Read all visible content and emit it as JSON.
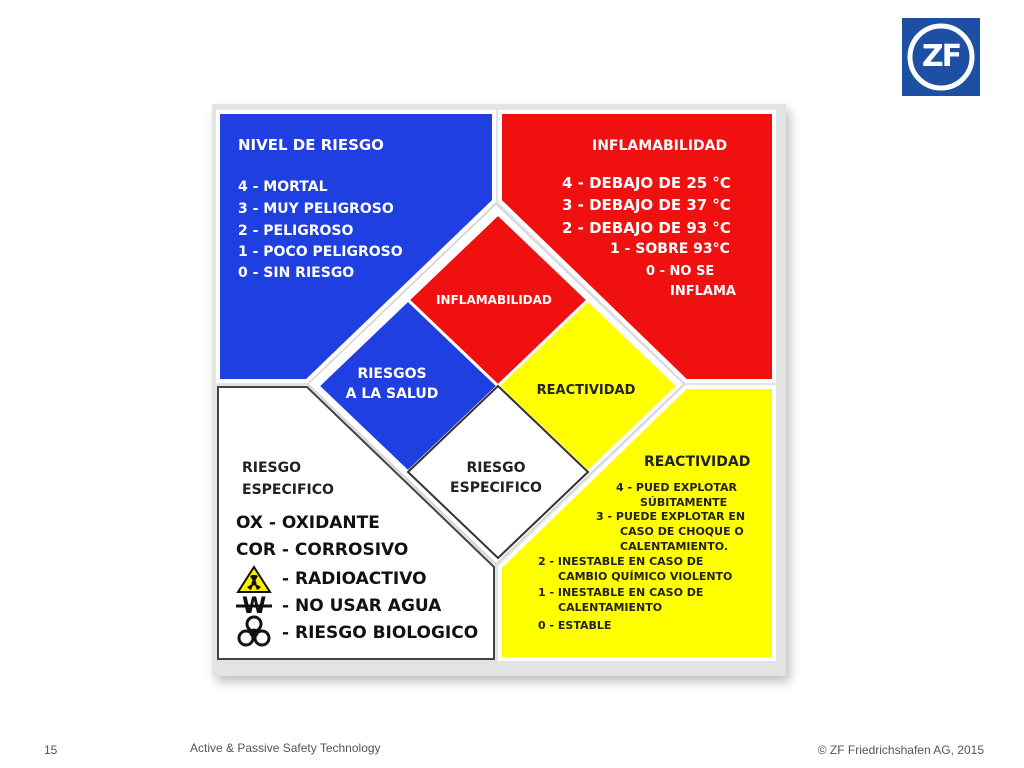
{
  "colors": {
    "blue": "#1f3fe0",
    "red": "#f01010",
    "yellow": "#ffff00",
    "white": "#ffffff",
    "logo": "#1d4fa3"
  },
  "logo": {
    "text": "ZF"
  },
  "legend": {
    "health": {
      "title": "NIVEL DE RIESGO",
      "items": [
        "4 - MORTAL",
        "3 - MUY PELIGROSO",
        "2 - PELIGROSO",
        "1 - POCO PELIGROSO",
        "0 - SIN RIESGO"
      ]
    },
    "flammability": {
      "title": "INFLAMABILIDAD",
      "items": [
        "4 - DEBAJO DE 25 °C",
        "3 - DEBAJO DE 37 °C",
        "2 - DEBAJO DE 93 °C",
        "1 - SOBRE 93°C",
        "0 - NO SE",
        "INFLAMA"
      ]
    },
    "specific": {
      "title_lines": [
        "RIESGO",
        "ESPECIFICO"
      ],
      "items": [
        "OX - OXIDANTE",
        "COR - CORROSIVO",
        "- RADIOACTIVO",
        "- NO USAR AGUA",
        "- RIESGO BIOLOGICO"
      ]
    },
    "reactivity": {
      "title": "REACTIVIDAD",
      "items": [
        "4 - PUED EXPLOTAR",
        "SÚBITAMENTE",
        "3 - PUEDE EXPLOTAR EN",
        "CASO DE CHOQUE O",
        "CALENTAMIENTO.",
        "2 - INESTABLE EN CASO DE",
        "CAMBIO QUÍMICO VIOLENTO",
        "1 - INESTABLE EN CASO DE",
        "CALENTAMIENTO",
        "0 - ESTABLE"
      ]
    }
  },
  "diamond": {
    "top": "INFLAMABILIDAD",
    "left_lines": [
      "RIESGOS",
      "A LA SALUD"
    ],
    "right": "REACTIVIDAD",
    "bottom_lines": [
      "RIESGO",
      "ESPECIFICO"
    ]
  },
  "footer": {
    "page_number": "15",
    "title": "Active & Passive Safety Technology",
    "copyright": "© ZF Friedrichshafen AG, 2015"
  }
}
